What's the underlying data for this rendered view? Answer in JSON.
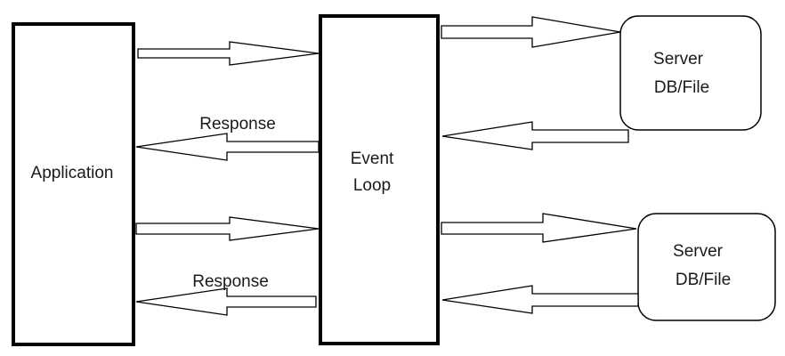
{
  "diagram": {
    "application": {
      "label": "Application"
    },
    "event_loop": {
      "label_line1": "Event",
      "label_line2": "Loop"
    },
    "server_top": {
      "label_line1": "Server",
      "label_line2": "DB/File"
    },
    "server_bottom": {
      "label_line1": "Server",
      "label_line2": "DB/File"
    },
    "response_top": {
      "label": "Response"
    },
    "response_bottom": {
      "label": "Response"
    }
  },
  "colors": {
    "stroke": "#000000",
    "fill": "#ffffff",
    "text": "#1a1a1a"
  }
}
